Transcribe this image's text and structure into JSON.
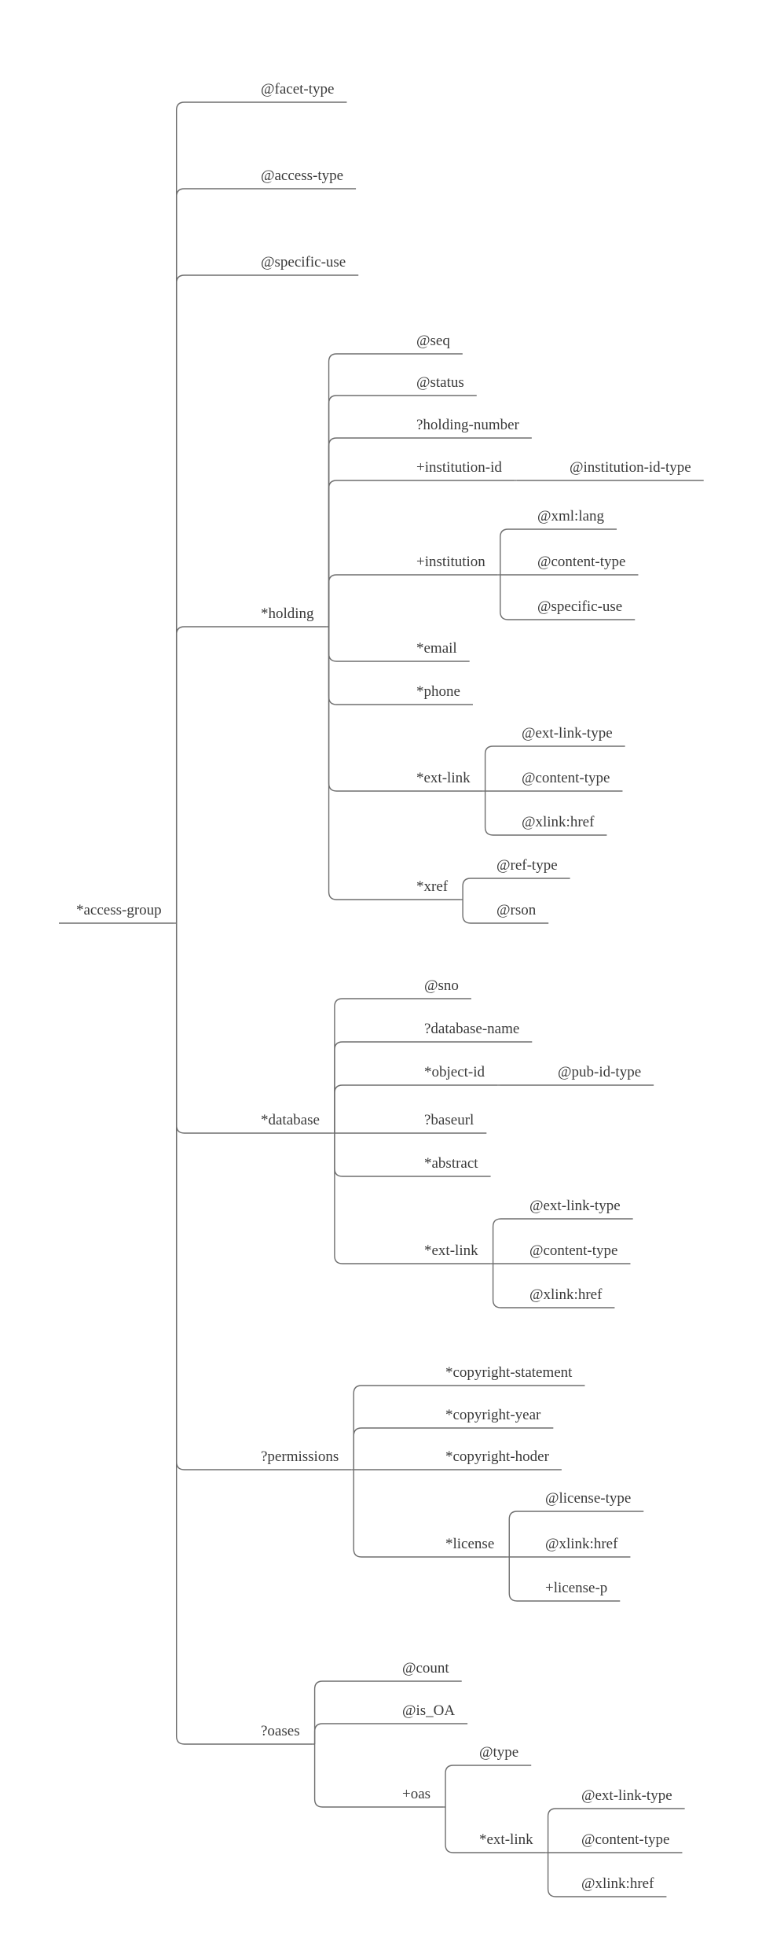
{
  "tree": {
    "label": "*access-group",
    "children": [
      {
        "label": "@facet-type"
      },
      {
        "label": "@access-type"
      },
      {
        "label": "@specific-use"
      },
      {
        "label": "*holding",
        "children": [
          {
            "label": "@seq"
          },
          {
            "label": "@status"
          },
          {
            "label": "?holding-number"
          },
          {
            "label": "+institution-id",
            "children": [
              {
                "label": "@institution-id-type"
              }
            ]
          },
          {
            "label": "+institution",
            "children": [
              {
                "label": "@xml:lang"
              },
              {
                "label": "@content-type"
              },
              {
                "label": "@specific-use"
              }
            ]
          },
          {
            "label": "*email"
          },
          {
            "label": "*phone"
          },
          {
            "label": "*ext-link",
            "children": [
              {
                "label": "@ext-link-type"
              },
              {
                "label": "@content-type"
              },
              {
                "label": "@xlink:href"
              }
            ]
          },
          {
            "label": "*xref",
            "children": [
              {
                "label": "@ref-type"
              },
              {
                "label": "@rson"
              }
            ]
          }
        ]
      },
      {
        "label": "*database",
        "children": [
          {
            "label": "@sno"
          },
          {
            "label": "?database-name"
          },
          {
            "label": "*object-id",
            "children": [
              {
                "label": "@pub-id-type"
              }
            ]
          },
          {
            "label": "?baseurl"
          },
          {
            "label": "*abstract"
          },
          {
            "label": "*ext-link",
            "children": [
              {
                "label": "@ext-link-type"
              },
              {
                "label": "@content-type"
              },
              {
                "label": "@xlink:href"
              }
            ]
          }
        ]
      },
      {
        "label": "?permissions",
        "children": [
          {
            "label": "*copyright-statement"
          },
          {
            "label": "*copyright-year"
          },
          {
            "label": "*copyright-hoder"
          },
          {
            "label": "*license",
            "children": [
              {
                "label": "@license-type"
              },
              {
                "label": "@xlink:href"
              },
              {
                "label": "+license-p"
              }
            ]
          }
        ]
      },
      {
        "label": "?oases",
        "children": [
          {
            "label": "@count"
          },
          {
            "label": "@is_OA"
          },
          {
            "label": "+oas",
            "children": [
              {
                "label": "@type"
              },
              {
                "label": "*ext-link",
                "children": [
                  {
                    "label": "@ext-link-type"
                  },
                  {
                    "label": "@content-type"
                  },
                  {
                    "label": "@xlink:href"
                  }
                ]
              }
            ]
          }
        ]
      }
    ]
  }
}
